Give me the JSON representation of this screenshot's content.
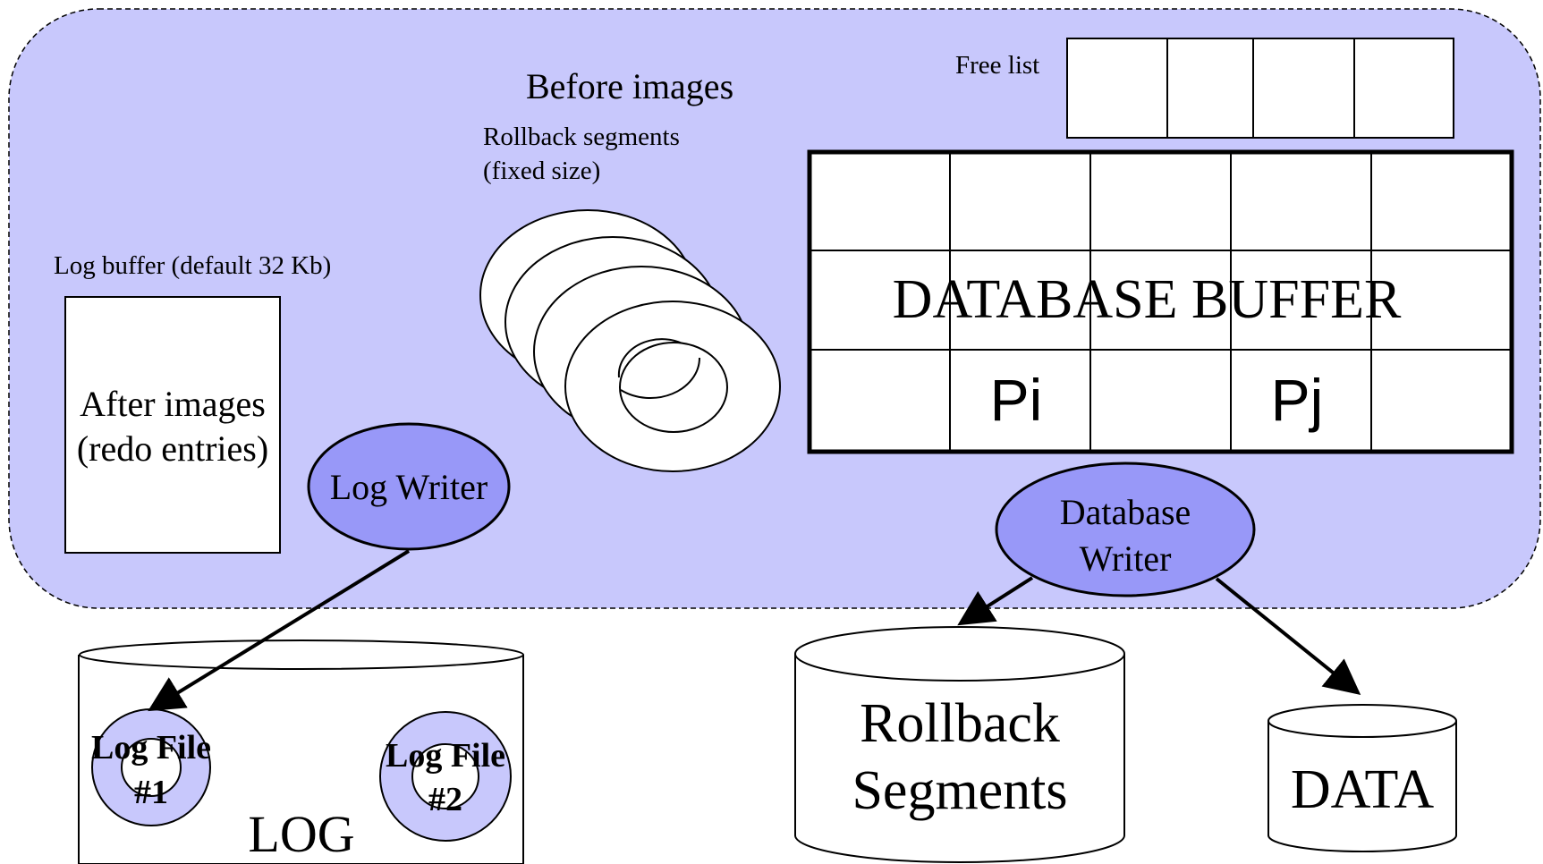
{
  "colors": {
    "sga_fill": "#c8c8fc",
    "process_fill": "#9898f8",
    "stroke": "#000000",
    "white": "#ffffff"
  },
  "sga": {
    "before_images_label": "Before images",
    "rollback_segments_line1": "Rollback segments",
    "rollback_segments_line2": "(fixed size)",
    "free_list_label": "Free list",
    "log_buffer_label": "Log buffer (default 32 Kb)",
    "after_images_line1": "After images",
    "after_images_line2": "(redo entries)",
    "database_buffer_label": "DATABASE BUFFER",
    "page_i": "Pi",
    "page_j": "Pj"
  },
  "processes": {
    "log_writer": "Log Writer",
    "database_writer_line1": "Database",
    "database_writer_line2": "Writer"
  },
  "storage": {
    "log_label": "LOG",
    "log_file_1_line1": "Log File",
    "log_file_1_line2": "#1",
    "log_file_2_line1": "Log File",
    "log_file_2_line2": "#2",
    "rollback_line1": "Rollback",
    "rollback_line2": "Segments",
    "data_label": "DATA"
  }
}
